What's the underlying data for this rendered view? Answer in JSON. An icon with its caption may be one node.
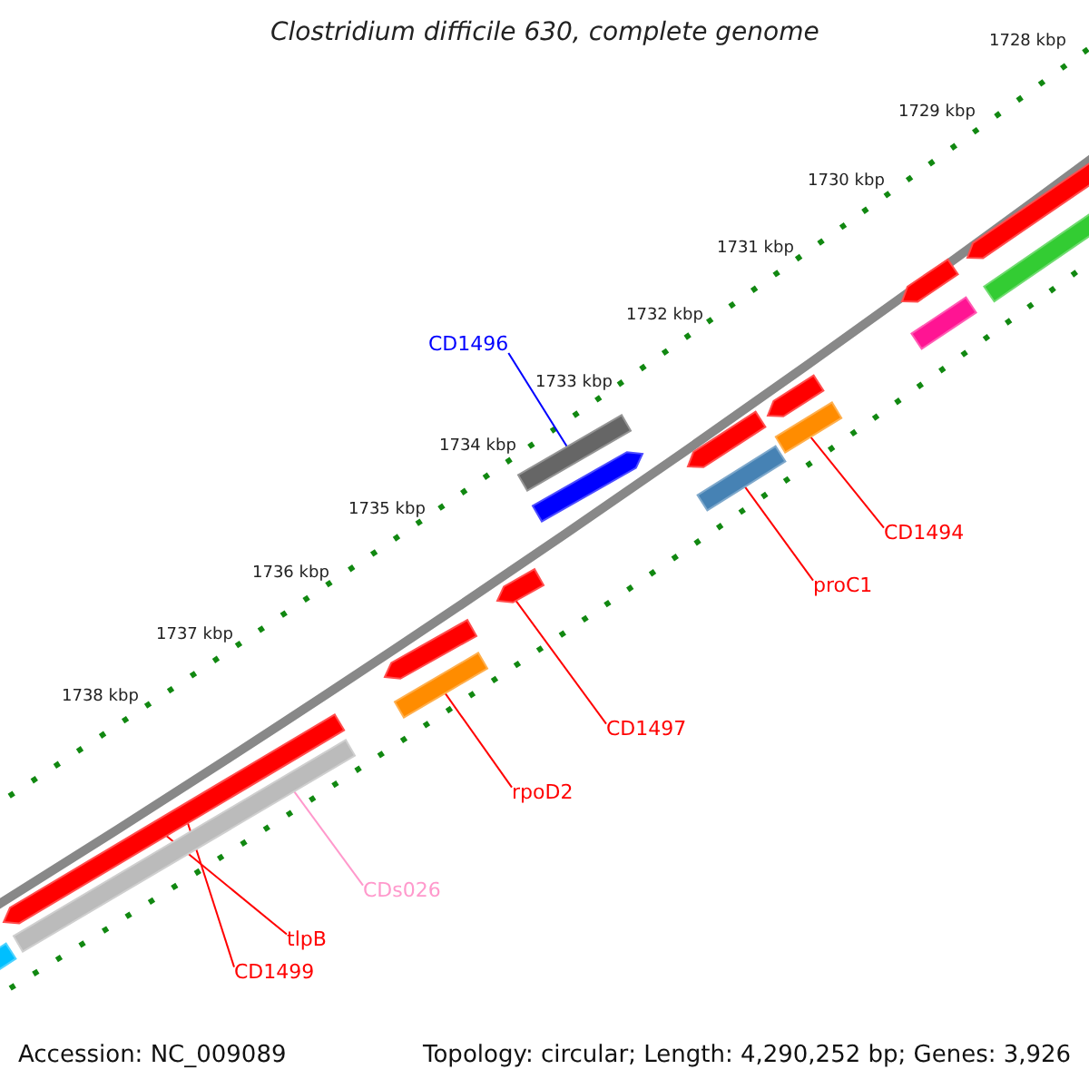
{
  "diagram": {
    "title": "Clostridium difficile 630, complete genome",
    "nodes": [
      {
        "text": [
          "CD1496"
        ]
      },
      {
        "text": [],
        "shape": "bar"
      },
      {
        "text": [
          "CD1494"
        ]
      },
      {
        "text": [],
        "shape": "bar"
      },
      {
        "text": [
          "proC1"
        ]
      },
      {
        "text": [],
        "shape": "bar"
      },
      {
        "text": [
          "CD1497"
        ]
      },
      {
        "text": [],
        "shape": "bar"
      },
      {
        "text": [
          "rpoD2"
        ]
      },
      {
        "text": [],
        "shape": "bar"
      },
      {
        "text": [
          "CDs026"
        ]
      },
      {
        "text": [],
        "shape": "bar"
      },
      {
        "text": [
          "tlpB"
        ]
      },
      {
        "text": [
          "CD1499"
        ]
      },
      {
        "text": [],
        "shape": "bar"
      }
    ],
    "edges": [
      {
        "from": 0,
        "to": 1,
        "arrow": "none",
        "color": "#0000ff"
      },
      {
        "from": 2,
        "to": 3,
        "arrow": "none"
      },
      {
        "from": 4,
        "to": 5,
        "arrow": "none"
      },
      {
        "from": 6,
        "to": 7,
        "arrow": "none"
      },
      {
        "from": 8,
        "to": 9,
        "arrow": "none"
      },
      {
        "from": 10,
        "to": 11,
        "arrow": "none",
        "color": "#ff99cc"
      },
      {
        "from": 12,
        "to": 14,
        "arrow": "none"
      },
      {
        "from": 13,
        "to": 14,
        "arrow": "none"
      }
    ],
    "labels": [
      "1728 kbp",
      "1729 kbp",
      "1730 kbp",
      "1731 kbp",
      "1732 kbp",
      "1733 kbp",
      "1734 kbp",
      "1735 kbp",
      "1736 kbp",
      "1737 kbp",
      "1738 kbp",
      "Accession: NC_009089",
      "Topology: circular; Length: 4,290,252 bp; Genes: 3,926"
    ]
  }
}
